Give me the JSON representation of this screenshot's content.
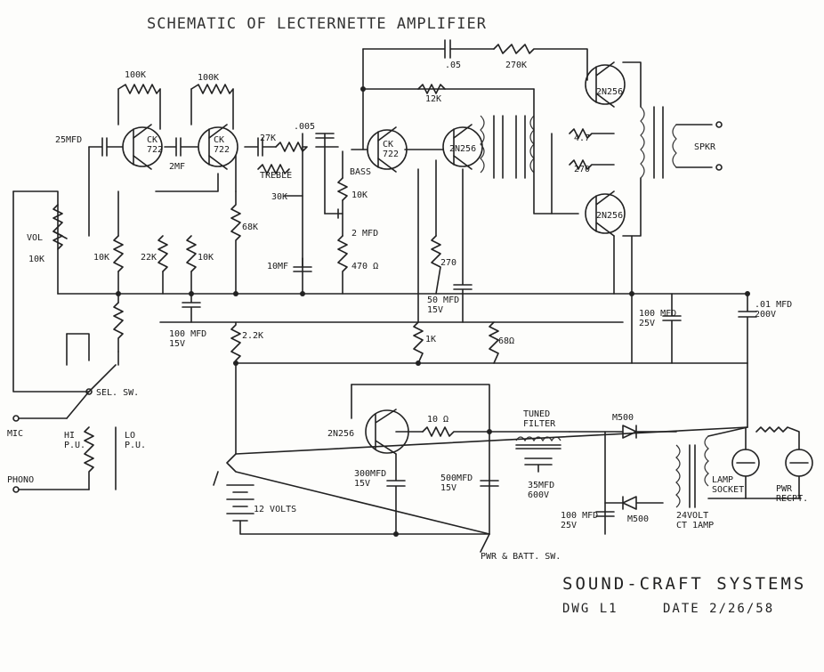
{
  "title": "SCHEMATIC OF LECTERNETTE AMPLIFIER",
  "company": "SOUND-CRAFT SYSTEMS",
  "drawing": "DWG L1",
  "date": "DATE 2/26/58",
  "labels": {
    "r100k_a": "100K",
    "r100k_b": "100K",
    "c25mfd": "25MFD",
    "ck722_a": "CK\n722",
    "ck722_b": "CK\n722",
    "ck722_c": "CK\n722",
    "c2mf": "2MF",
    "r27k": "27K",
    "treble": "TREBLE",
    "r30k": "30K",
    "c005": ".005",
    "bass": "BASS",
    "r10k_tone": "10K",
    "c2mfd": "2 MFD",
    "r470": "470 Ω",
    "c10mf": "10MF",
    "r68k": "68K",
    "vol": "VOL",
    "r10k_vol": "10K",
    "r10k_b": "10K",
    "r22k": "22K",
    "r10k_c": "10K",
    "c100mfd": "100 MFD\n15V",
    "r2_2k": "2.2K",
    "c05": ".05",
    "r270k": "270K",
    "r12k": "12K",
    "t2n256_a": "2N256",
    "t2n256_b": "2N256",
    "t2n256_c": "2N256",
    "t2n256_d": "2N256",
    "r270": "270",
    "c50mfd": "50 MFD\n15V",
    "r1k": "1K",
    "r68": "68Ω",
    "r47": "4.7",
    "r270b": "270",
    "c100mfd25": "100 MFD\n25V",
    "c01mfd": ".01 MFD\n200V",
    "spk": "SPKR",
    "sel_sw": "SEL. SW.",
    "mic": "MIC",
    "hi_pu": "HI\nP.U.",
    "lo_pu": "LO\nP.U.",
    "phono": "PHONO",
    "r10": "10 Ω",
    "tuned_filter": "TUNED\nFILTER",
    "c35mfd": "35MFD\n600V",
    "c300mfd": "300MFD\n15V",
    "c500mfd": "500MFD\n15V",
    "m500a": "M500",
    "m500b": "M500",
    "c100mfd25b": "100 MFD\n25V",
    "lamp": "LAMP\nSOCKET",
    "volt24": "24VOLT\nCT 1AMP",
    "pwr_recpt": "PWR\nRECPT.",
    "volts12": "12 VOLTS",
    "pwr_batt": "PWR & BATT. SW."
  },
  "colors": {
    "ink": "#222222",
    "paper": "#fdfdfb"
  }
}
